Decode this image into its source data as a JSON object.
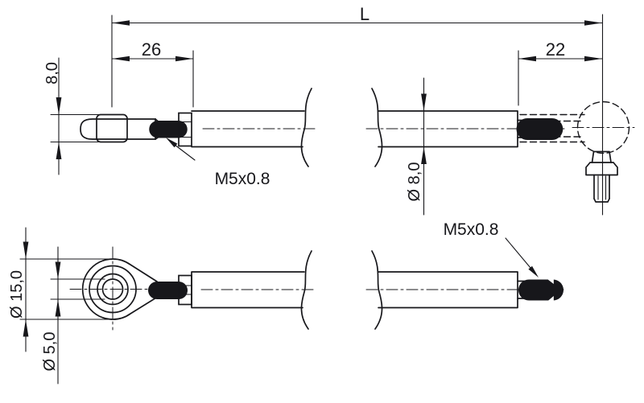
{
  "colors": {
    "background": "#ffffff",
    "ink": "#17171b"
  },
  "labels": {
    "overall_length": "L",
    "left_thread_length": "26",
    "right_thread_length": "22",
    "clevis_width": "8,0",
    "rod_diameter": "Ø 8,0",
    "eye_outer_diameter": "Ø 15,0",
    "eye_bore_diameter": "Ø 5,0",
    "thread_spec_left": "M5x0.8",
    "thread_spec_right": "M5x0.8"
  }
}
